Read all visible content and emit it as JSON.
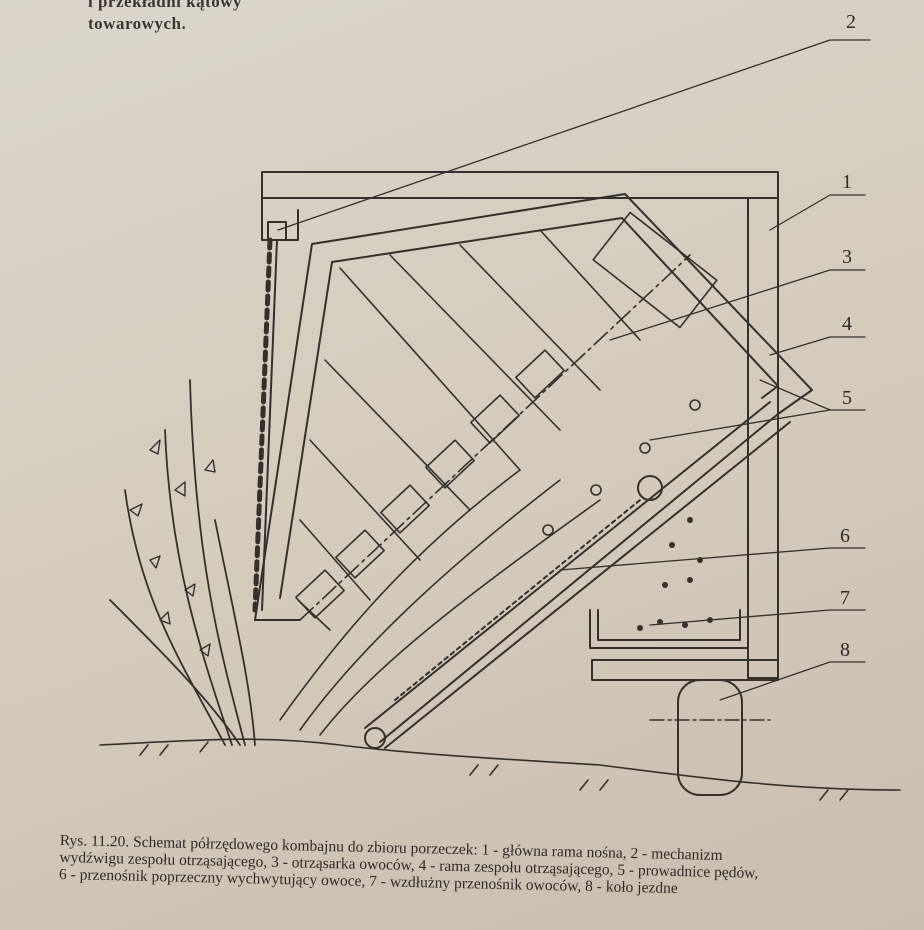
{
  "body_text": {
    "line1": "i przekładni kątowy",
    "line2": "towarowych."
  },
  "diagram": {
    "labels": [
      "1",
      "2",
      "3",
      "4",
      "5",
      "6",
      "7",
      "8"
    ]
  },
  "caption": {
    "line1": "Rys. 11.20. Schemat półrzędowego kombajnu do zbioru porzeczek: 1 - główna rama nośna, 2 - mechanizm",
    "line2": "wydźwigu zespołu otrząsającego, 3 - otrząsarka owoców, 4 - rama zespołu otrząsającego, 5 - prowadnice pędów,",
    "line3": "6 - przenośnik poprzeczny wychwytujący owoce, 7 - wzdłużny przenośnik owoców, 8 - koło jezdne"
  }
}
